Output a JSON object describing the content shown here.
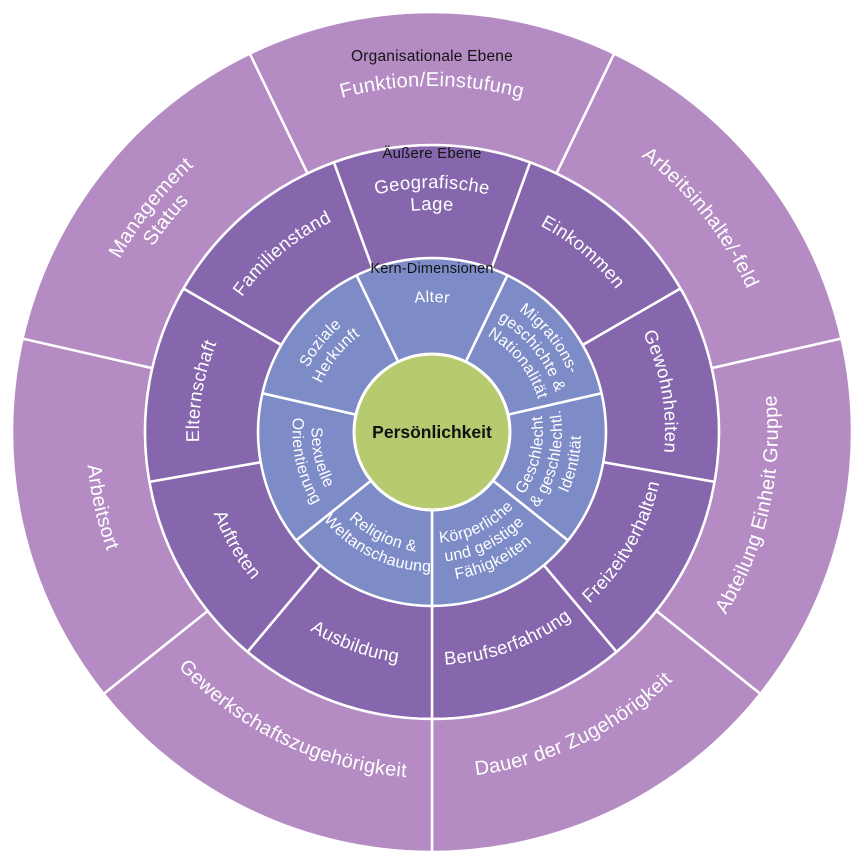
{
  "center": {
    "label": "Persönlichkeit",
    "color": "#b6ca70"
  },
  "rings": [
    {
      "name": "kern-dimensionen",
      "title": "Kern-Dimensionen",
      "color": "#7d8bc7",
      "segments": [
        {
          "label": "Alter",
          "lines": [
            "Alter"
          ]
        },
        {
          "label": "Migrationsgeschichte & Nationalität",
          "lines": [
            "Migrations-",
            "geschichte &",
            "Nationalität"
          ]
        },
        {
          "label": "Geschlecht & geschlechtl. Identität",
          "lines": [
            "Geschlecht",
            "& geschlechtl.",
            "Identität"
          ]
        },
        {
          "label": "Körperliche und geistige Fähigkeiten",
          "lines": [
            "Körperliche",
            "und geistige",
            "Fähigkeiten"
          ]
        },
        {
          "label": "Religion & Weltanschauung",
          "lines": [
            "Religion &",
            "Weltanschauung"
          ]
        },
        {
          "label": "Sexuelle Orientierung",
          "lines": [
            "Sexuelle",
            "Orientierung"
          ]
        },
        {
          "label": "Soziale Herkunft",
          "lines": [
            "Soziale",
            "Herkunft"
          ]
        }
      ]
    },
    {
      "name": "aeussere-ebene",
      "title": "Äußere Ebene",
      "color": "#8667ae",
      "segments": [
        {
          "label": "Geografische Lage",
          "lines": [
            "Geografische",
            "Lage"
          ]
        },
        {
          "label": "Einkommen",
          "lines": [
            "Einkommen"
          ]
        },
        {
          "label": "Gewohnheiten",
          "lines": [
            "Gewohnheiten"
          ]
        },
        {
          "label": "Freizeitverhalten",
          "lines": [
            "Freizeitverhalten"
          ]
        },
        {
          "label": "Berufserfahrung",
          "lines": [
            "Berufserfahrung"
          ]
        },
        {
          "label": "Ausbildung",
          "lines": [
            "Ausbildung"
          ]
        },
        {
          "label": "Auftreten",
          "lines": [
            "Auftreten"
          ]
        },
        {
          "label": "Elternschaft",
          "lines": [
            "Elternschaft"
          ]
        },
        {
          "label": "Familienstand",
          "lines": [
            "Familienstand"
          ]
        }
      ]
    },
    {
      "name": "organisationale-ebene",
      "title": "Organisationale Ebene",
      "color": "#b58bc4",
      "segments": [
        {
          "label": "Funktion/Einstufung",
          "lines": [
            "Funktion/Einstufung"
          ]
        },
        {
          "label": "Arbeitsinhalte/-feld",
          "lines": [
            "Arbeitsinhalte/-feld"
          ]
        },
        {
          "label": "Abteilung Einheit Gruppe",
          "lines": [
            "Abteilung Einheit Gruppe"
          ]
        },
        {
          "label": "Dauer der Zugehörigkeit",
          "lines": [
            "Dauer der Zugehörigkeit"
          ]
        },
        {
          "label": "Gewerkschaftszugehörigkeit",
          "lines": [
            "Gewerkschaftszugehörigkeit"
          ]
        },
        {
          "label": "Arbeitsort",
          "lines": [
            "Arbeitsort"
          ]
        },
        {
          "label": "Management Status",
          "lines": [
            "Management",
            "Status"
          ]
        }
      ]
    }
  ]
}
